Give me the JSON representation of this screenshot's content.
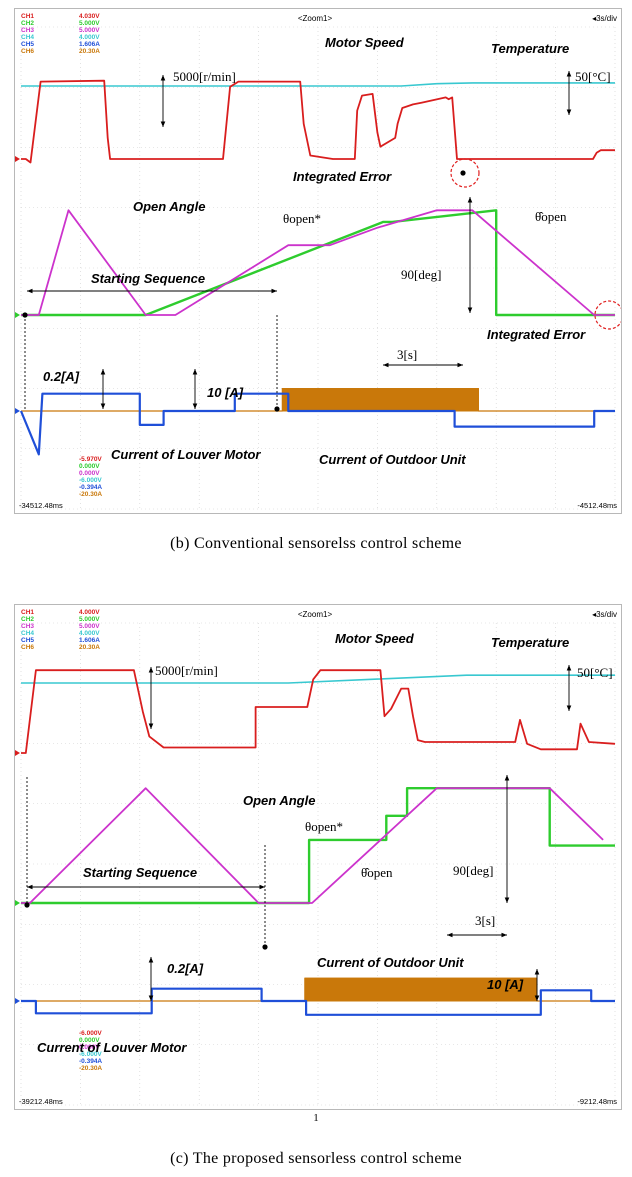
{
  "colors": {
    "ch1": "#d91e1e",
    "ch2": "#2ecc2e",
    "ch3": "#cc33cc",
    "ch4": "#38c8d0",
    "ch5": "#1f4fd8",
    "ch6": "#c9780a",
    "grid": "#cfcfcf"
  },
  "chart_data": [
    {
      "type": "line",
      "panel": "b",
      "caption": "(b)  Conventional  sensorelss  control  scheme",
      "header_center": "<Zoom1>",
      "header_right": "◂3s/div",
      "time_left": "-34512.48ms",
      "time_right": "-4512.48ms",
      "channels_top": [
        {
          "name": "CH1",
          "value": "4.030V",
          "color": "#d91e1e"
        },
        {
          "name": "CH2",
          "value": "5.000V",
          "color": "#2ecc2e"
        },
        {
          "name": "CH3",
          "value": "5.000V",
          "color": "#cc33cc"
        },
        {
          "name": "CH4",
          "value": "4.000V",
          "color": "#38c8d0"
        },
        {
          "name": "CH5",
          "value": "1.606A",
          "color": "#1f4fd8"
        },
        {
          "name": "CH6",
          "value": "20.30A",
          "color": "#c9780a"
        }
      ],
      "channels_bottom": [
        {
          "value": "-5.970V",
          "color": "#d91e1e"
        },
        {
          "value": "0.000V",
          "color": "#2ecc2e"
        },
        {
          "value": "0.000V",
          "color": "#cc33cc"
        },
        {
          "value": "-6.000V",
          "color": "#38c8d0"
        },
        {
          "value": "-0.394A",
          "color": "#1f4fd8"
        },
        {
          "value": "-20.30A",
          "color": "#c9780a"
        }
      ],
      "annotations": {
        "motor_speed": "Motor Speed",
        "temperature": "Temperature",
        "speed_scale": "5000[r/min]",
        "temp_scale": "50[°C]",
        "integrated_error_top": "Integrated Error",
        "integrated_error_bottom": "Integrated Error",
        "open_angle": "Open Angle",
        "theta_ref": "θopen*",
        "theta_est": "θ̂open",
        "starting_sequence": "Starting Sequence",
        "angle_scale": "90[deg]",
        "time_scale": "3[s]",
        "louver_scale": "0.2[A]",
        "outdoor_scale": "10 [A]",
        "louver_current": "Current of Louver Motor",
        "outdoor_current": "Current of Outdoor Unit"
      },
      "series": [
        {
          "name": "Motor Speed",
          "channel": "CH1",
          "x": [
            0,
            0.8,
            1.6,
            3.3,
            14.0,
            14.6,
            15.0,
            21.0,
            21.5,
            34.0,
            35.2,
            36.6,
            47.0,
            47.6,
            48.7,
            52.5,
            53.3,
            56.2,
            56.6,
            57.4,
            59.2,
            60.0,
            60.5,
            63.0,
            63.4,
            64.2,
            66.0,
            67.4,
            71.5,
            72.0,
            72.6,
            73.4,
            96.3,
            96.9,
            97.6,
            98.8,
            100
          ],
          "y": [
            0,
            0,
            -4,
            88,
            89,
            24,
            0,
            0,
            0,
            0,
            82,
            88,
            88,
            40,
            4,
            0,
            0,
            0,
            55,
            72,
            74,
            30,
            14,
            24,
            40,
            58,
            62,
            64,
            70,
            68,
            70,
            0,
            0,
            7,
            10,
            10,
            10
          ],
          "ylim": [
            -10,
            100
          ]
        },
        {
          "name": "Temperature",
          "channel": "CH4",
          "x": [
            0,
            3.5,
            64,
            70,
            76,
            100
          ],
          "y": [
            0,
            0,
            0,
            3,
            4,
            4
          ],
          "ylim": [
            -10,
            100
          ]
        },
        {
          "name": "θopen*",
          "channel": "CH2",
          "x": [
            0,
            21,
            21,
            61.0,
            62.5,
            80.0,
            80.0,
            100
          ],
          "y": [
            0,
            0,
            0,
            80,
            80,
            90,
            0,
            0
          ],
          "ylim": [
            0,
            110
          ]
        },
        {
          "name": "θ̂open",
          "channel": "CH3",
          "x": [
            0,
            3.0,
            8.0,
            21.0,
            26.0,
            45.0,
            52.0,
            60.0,
            70.0,
            76.0,
            96.5,
            100
          ],
          "y": [
            0,
            0,
            90,
            0,
            0,
            60,
            60,
            75,
            90,
            90,
            0,
            0
          ],
          "ylim": [
            0,
            110
          ]
        },
        {
          "name": "Current of Louver Motor",
          "channel": "CH5",
          "x": [
            0,
            3.0,
            3.6,
            20.0,
            20.0,
            24.0,
            24.0,
            36.0,
            36.0,
            45.0,
            45.0,
            73.0,
            73.0,
            96.5,
            96.5,
            100
          ],
          "y": [
            0,
            -2.5,
            1.0,
            1.0,
            -0.8,
            -0.8,
            0,
            0,
            1.0,
            1.0,
            0,
            0,
            -0.9,
            -0.9,
            0,
            0
          ],
          "ylim": [
            -3,
            3
          ]
        },
        {
          "name": "Current of Outdoor Unit",
          "channel": "CH6",
          "x": [
            0,
            44.0,
            44.0,
            77.0,
            77.0,
            100
          ],
          "y": [
            0,
            0,
            14,
            14,
            0,
            0
          ],
          "ylim": [
            -20,
            20
          ]
        }
      ]
    },
    {
      "type": "line",
      "panel": "c",
      "caption": "(c)  The  proposed  sensorless  control  scheme",
      "header_center": "<Zoom1>",
      "header_right": "◂3s/div",
      "time_left": "-39212.48ms",
      "time_right": "-9212.48ms",
      "page_number": "1",
      "channels_top": [
        {
          "name": "CH1",
          "value": "4.000V",
          "color": "#d91e1e"
        },
        {
          "name": "CH2",
          "value": "5.000V",
          "color": "#2ecc2e"
        },
        {
          "name": "CH3",
          "value": "5.000V",
          "color": "#cc33cc"
        },
        {
          "name": "CH4",
          "value": "4.000V",
          "color": "#38c8d0"
        },
        {
          "name": "CH5",
          "value": "1.606A",
          "color": "#1f4fd8"
        },
        {
          "name": "CH6",
          "value": "20.30A",
          "color": "#c9780a"
        }
      ],
      "channels_bottom": [
        {
          "value": "-6.000V",
          "color": "#d91e1e"
        },
        {
          "value": "0.000V",
          "color": "#2ecc2e"
        },
        {
          "value": "0.000V",
          "color": "#cc33cc"
        },
        {
          "value": "-6.000V",
          "color": "#38c8d0"
        },
        {
          "value": "-0.394A",
          "color": "#1f4fd8"
        },
        {
          "value": "-20.30A",
          "color": "#c9780a"
        }
      ],
      "annotations": {
        "motor_speed": "Motor Speed",
        "temperature": "Temperature",
        "speed_scale": "5000[r/min]",
        "temp_scale": "50[°C]",
        "open_angle": "Open Angle",
        "theta_ref": "θopen*",
        "theta_est": "θ̂open",
        "starting_sequence": "Starting Sequence",
        "angle_scale": "90[deg]",
        "time_scale": "3[s]",
        "louver_scale": "0.2[A]",
        "outdoor_scale": "10 [A]",
        "louver_current": "Current of Louver Motor",
        "outdoor_current": "Current of Outdoor Unit"
      },
      "series": [
        {
          "name": "Motor Speed",
          "channel": "CH1",
          "x": [
            0,
            0.8,
            2.5,
            19.0,
            20.5,
            21.6,
            24.0,
            39.5,
            39.5,
            48.2,
            49.2,
            50.4,
            60.5,
            61.2,
            62.3,
            64.0,
            65.2,
            66.0,
            66.8,
            68.0,
            83.2,
            84.0,
            85.2,
            87.5,
            93.6,
            94.2,
            95.6,
            100
          ],
          "y": [
            0,
            0,
            90,
            90,
            45,
            18,
            6,
            6,
            50,
            50,
            80,
            90,
            90,
            40,
            48,
            70,
            70,
            40,
            14,
            12,
            12,
            36,
            10,
            4,
            4,
            32,
            12,
            10
          ],
          "ylim": [
            -10,
            100
          ]
        },
        {
          "name": "Temperature",
          "channel": "CH4",
          "x": [
            0,
            3.5,
            45,
            60,
            75,
            100
          ],
          "y": [
            0,
            0,
            0,
            5,
            10,
            10
          ],
          "ylim": [
            -10,
            100
          ]
        },
        {
          "name": "θopen*",
          "channel": "CH2",
          "x": [
            0,
            48.5,
            48.5,
            61.5,
            61.5,
            65.0,
            65.0,
            89.0,
            89.0,
            100
          ],
          "y": [
            0,
            0,
            55,
            55,
            76,
            76,
            100,
            100,
            50,
            50
          ],
          "ylim": [
            0,
            115
          ]
        },
        {
          "name": "θ̂open",
          "channel": "CH3",
          "x": [
            0,
            1.5,
            21.0,
            40.0,
            49.0,
            70.0,
            89.0,
            98.0
          ],
          "y": [
            0,
            0,
            100,
            0,
            0,
            100,
            100,
            55
          ],
          "ylim": [
            0,
            115
          ]
        },
        {
          "name": "Current of Louver Motor",
          "channel": "CH5",
          "x": [
            0,
            2.5,
            2.5,
            22.0,
            22.0,
            40.5,
            40.5,
            48.0,
            48.0,
            87.5,
            87.5,
            96.0,
            96.0,
            100
          ],
          "y": [
            0,
            0,
            -0.8,
            -0.8,
            0.8,
            0.8,
            0,
            0,
            -0.9,
            -0.9,
            0.7,
            0.7,
            0,
            0
          ],
          "ylim": [
            -3,
            3
          ]
        },
        {
          "name": "Current of Outdoor Unit",
          "channel": "CH6",
          "x": [
            0,
            47.8,
            47.8,
            86.8,
            86.8,
            100
          ],
          "y": [
            0,
            0,
            12,
            12,
            0,
            0
          ],
          "ylim": [
            -20,
            20
          ]
        }
      ]
    }
  ]
}
